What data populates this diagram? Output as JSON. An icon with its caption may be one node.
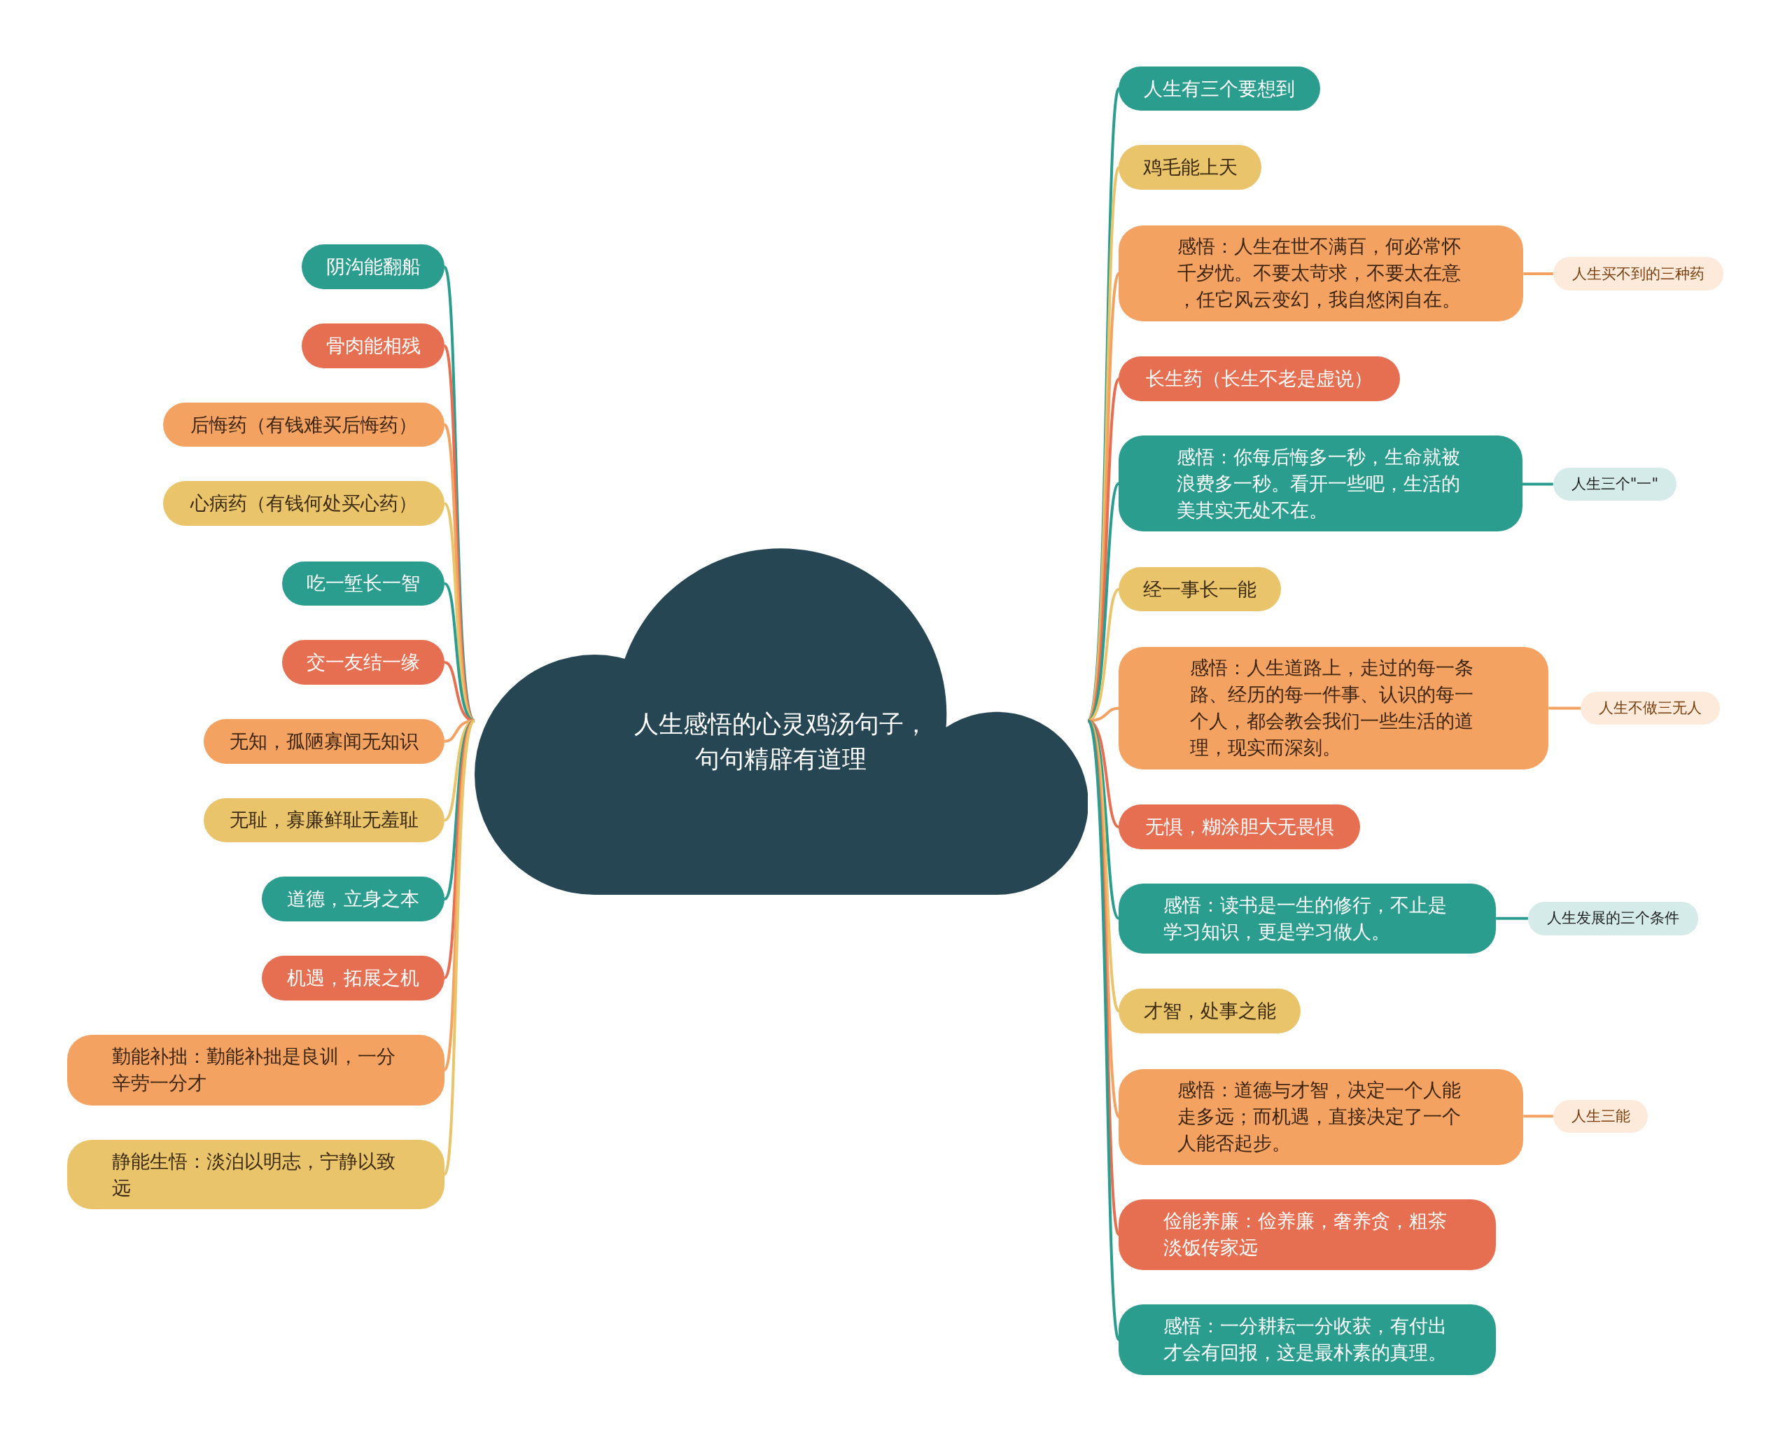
{
  "diagram": {
    "nodes": [
      {
        "text": [
          "人生感悟的心灵鸡汤句子，句句精辟有道理"
        ]
      },
      {
        "text": [
          "阴沟能翻船"
        ]
      },
      {
        "text": [
          "骨肉能相残"
        ]
      },
      {
        "text": [
          "后悔药（有钱难买后悔药）"
        ]
      },
      {
        "text": [
          "心病药（有钱何处买心药）"
        ]
      },
      {
        "text": [
          "吃一堑长一智"
        ]
      },
      {
        "text": [
          "交一友结一缘"
        ]
      },
      {
        "text": [
          "无知，孤陋寡闻无知识"
        ]
      },
      {
        "text": [
          "无耻，寡廉鲜耻无羞耻"
        ]
      },
      {
        "text": [
          "道德，立身之本"
        ]
      },
      {
        "text": [
          "机遇，拓展之机"
        ]
      },
      {
        "text": [
          "勤能补拙：勤能补拙是良训，一分辛劳一分才"
        ]
      },
      {
        "text": [
          "静能生悟：淡泊以明志，宁静以致远"
        ]
      },
      {
        "text": [
          "人生有三个要想到"
        ]
      },
      {
        "text": [
          "鸡毛能上天"
        ]
      },
      {
        "text": [
          "感悟：人生在世不满百，何必常怀千岁忧。不要太苛求，不要太在意，任它风云变幻，我自悠闲自在。"
        ]
      },
      {
        "text": [
          "人生买不到的三种药"
        ]
      },
      {
        "text": [
          "长生药（长生不老是虚说）"
        ]
      },
      {
        "text": [
          "感悟：你每后悔多一秒，生命就被浪费多一秒。看开一些吧，生活的美其实无处不在。"
        ]
      },
      {
        "text": [
          "人生三个\"一\""
        ]
      },
      {
        "text": [
          "经一事长一能"
        ]
      },
      {
        "text": [
          "感悟：人生道路上，走过的每一条路、经历的每一件事、认识的每一个人，都会教会我们一些生活的道理，现实而深刻。"
        ]
      },
      {
        "text": [
          "人生不做三无人"
        ]
      },
      {
        "text": [
          "无惧，糊涂胆大无畏惧"
        ]
      },
      {
        "text": [
          "感悟：读书是一生的修行，不止是学习知识，更是学习做人。"
        ]
      },
      {
        "text": [
          "人生发展的三个条件"
        ]
      },
      {
        "text": [
          "才智，处事之能"
        ]
      },
      {
        "text": [
          "感悟：道德与才智，决定一个人能走多远；而机遇，直接决定了一个人能否起步。"
        ]
      },
      {
        "text": [
          "人生三能"
        ]
      },
      {
        "text": [
          "俭能养廉：俭养廉，奢养贪，粗茶淡饭传家远"
        ]
      },
      {
        "text": [
          "感悟：一分耕耘一分收获，有付出才会有回报，这是最朴素的真理。"
        ]
      }
    ],
    "edges": [
      {
        "from": 0,
        "to": 1,
        "arrow": "none",
        "color": "#2a9d8f"
      },
      {
        "from": 0,
        "to": 2,
        "arrow": "none",
        "color": "#e76f51"
      },
      {
        "from": 0,
        "to": 3,
        "arrow": "none",
        "color": "#f4a261"
      },
      {
        "from": 0,
        "to": 4,
        "arrow": "none",
        "color": "#e9c46a"
      },
      {
        "from": 0,
        "to": 5,
        "arrow": "none",
        "color": "#2a9d8f"
      },
      {
        "from": 0,
        "to": 6,
        "arrow": "none",
        "color": "#e76f51"
      },
      {
        "from": 0,
        "to": 7,
        "arrow": "none",
        "color": "#f4a261"
      },
      {
        "from": 0,
        "to": 8,
        "arrow": "none",
        "color": "#e9c46a"
      },
      {
        "from": 0,
        "to": 9,
        "arrow": "none",
        "color": "#2a9d8f"
      },
      {
        "from": 0,
        "to": 10,
        "arrow": "none",
        "color": "#e76f51"
      },
      {
        "from": 0,
        "to": 11,
        "arrow": "none",
        "color": "#f4a261"
      },
      {
        "from": 0,
        "to": 12,
        "arrow": "none",
        "color": "#e9c46a"
      },
      {
        "from": 0,
        "to": 13,
        "arrow": "none",
        "color": "#2a9d8f"
      },
      {
        "from": 0,
        "to": 14,
        "arrow": "none",
        "color": "#e9c46a"
      },
      {
        "from": 0,
        "to": 15,
        "arrow": "none",
        "color": "#f4a261"
      },
      {
        "from": 15,
        "to": 16,
        "arrow": "none",
        "color": "#f4a261"
      },
      {
        "from": 0,
        "to": 17,
        "arrow": "none",
        "color": "#e76f51"
      },
      {
        "from": 0,
        "to": 18,
        "arrow": "none",
        "color": "#2a9d8f"
      },
      {
        "from": 18,
        "to": 19,
        "arrow": "none",
        "color": "#2a9d8f"
      },
      {
        "from": 0,
        "to": 20,
        "arrow": "none",
        "color": "#e9c46a"
      },
      {
        "from": 0,
        "to": 21,
        "arrow": "none",
        "color": "#f4a261"
      },
      {
        "from": 21,
        "to": 22,
        "arrow": "none",
        "color": "#f4a261"
      },
      {
        "from": 0,
        "to": 23,
        "arrow": "none",
        "color": "#e76f51"
      },
      {
        "from": 0,
        "to": 24,
        "arrow": "none",
        "color": "#2a9d8f"
      },
      {
        "from": 24,
        "to": 25,
        "arrow": "none",
        "color": "#2a9d8f"
      },
      {
        "from": 0,
        "to": 26,
        "arrow": "none",
        "color": "#e9c46a"
      },
      {
        "from": 0,
        "to": 27,
        "arrow": "none",
        "color": "#f4a261"
      },
      {
        "from": 27,
        "to": 28,
        "arrow": "none",
        "color": "#f4a261"
      },
      {
        "from": 0,
        "to": 29,
        "arrow": "none",
        "color": "#e76f51"
      },
      {
        "from": 0,
        "to": 30,
        "arrow": "none",
        "color": "#2a9d8f"
      }
    ]
  }
}
